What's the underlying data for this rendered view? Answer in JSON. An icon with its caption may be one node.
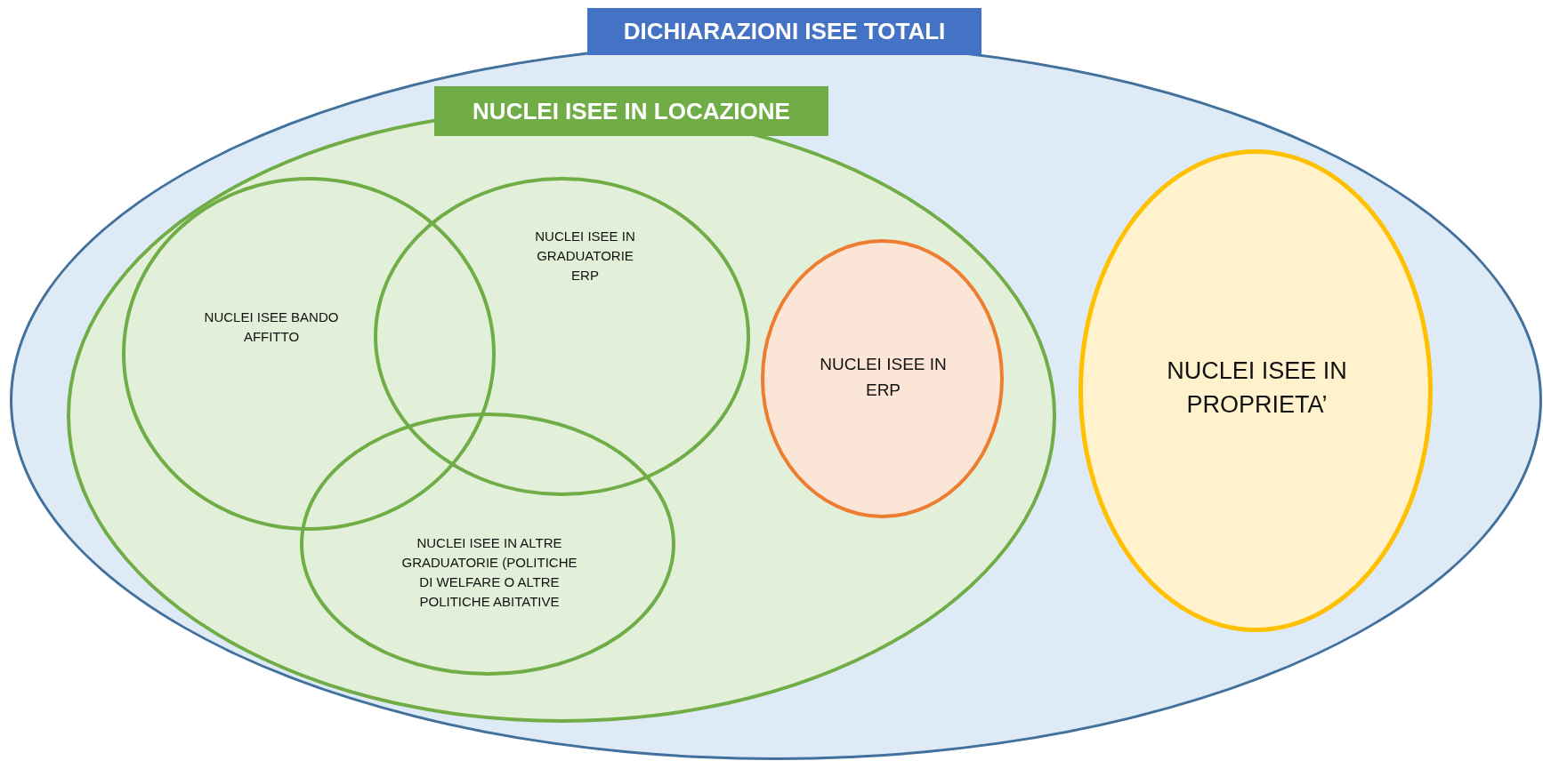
{
  "diagram": {
    "nodes": [
      {
        "text": [
          "DICHIARAZIONI ISEE TOTALI"
        ]
      },
      {
        "text": [
          "NUCLEI ISEE IN LOCAZIONE"
        ],
        "in": 0
      },
      {
        "text": [
          "NUCLEI ISEE BANDO AFFITTO"
        ],
        "in": 1
      },
      {
        "text": [
          "NUCLEI ISEE IN GRADUATORIE ERP"
        ],
        "in": 1
      },
      {
        "text": [
          "NUCLEI ISEE IN ALTRE GRADUATORIE (POLITICHE DI WELFARE O ALTRE POLITICHE ABITATIVE"
        ],
        "in": 1
      },
      {
        "text": [
          "NUCLEI ISEE IN ERP"
        ],
        "in": 1
      },
      {
        "text": [
          "NUCLEI ISEE IN PROPRIETA’"
        ],
        "in": 0
      }
    ]
  }
}
